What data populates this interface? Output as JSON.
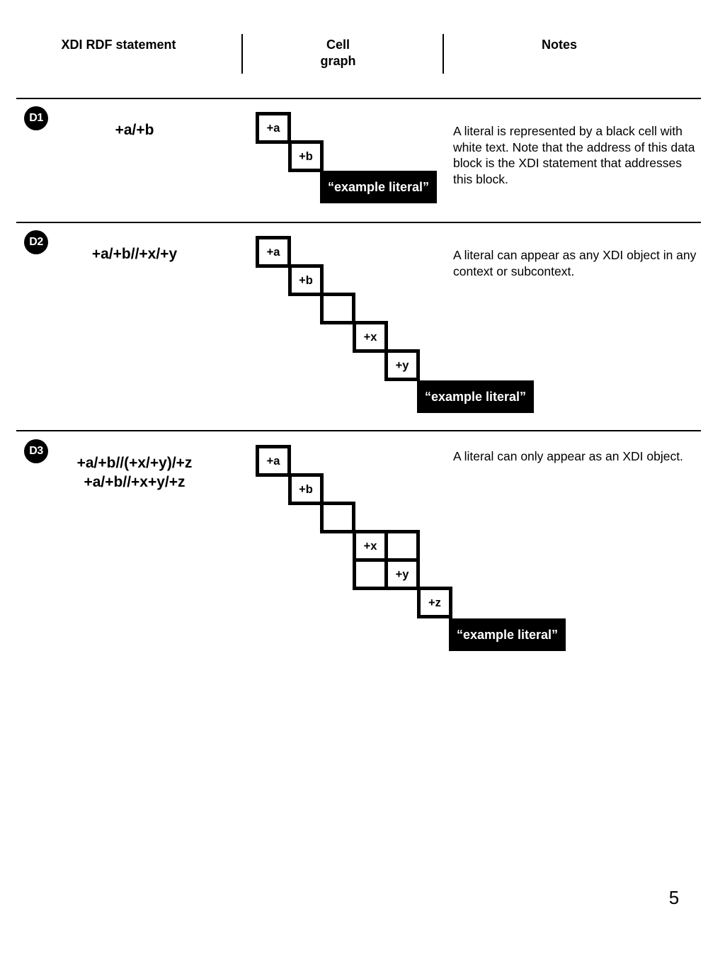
{
  "header": {
    "col1": "XDI RDF statement",
    "col2_line1": "Cell",
    "col2_line2": "graph",
    "col3": "Notes"
  },
  "rows": [
    {
      "badge": "D1",
      "statements": [
        "+a/+b"
      ],
      "note": "A literal is represented by a black cell with white text. Note that the address of this data block is the XDI statement that addresses this block.",
      "cells": [
        "+a",
        "+b"
      ],
      "literal": "“example literal”"
    },
    {
      "badge": "D2",
      "statements": [
        "+a/+b//+x/+y"
      ],
      "note": "A literal can appear as any XDI object in any context or subcontext.",
      "cells": [
        "+a",
        "+b",
        "",
        "+x",
        "+y"
      ],
      "literal": "“example literal”"
    },
    {
      "badge": "D3",
      "statements": [
        "+a/+b//(+x/+y)/+z",
        "+a/+b//+x+y/+z"
      ],
      "note": "A literal can only appear as an XDI object.",
      "cells": [
        "+a",
        "+b",
        "",
        "+x",
        "",
        "",
        "+y",
        "+z"
      ],
      "literal": "“example literal”"
    }
  ],
  "page_number": "5"
}
